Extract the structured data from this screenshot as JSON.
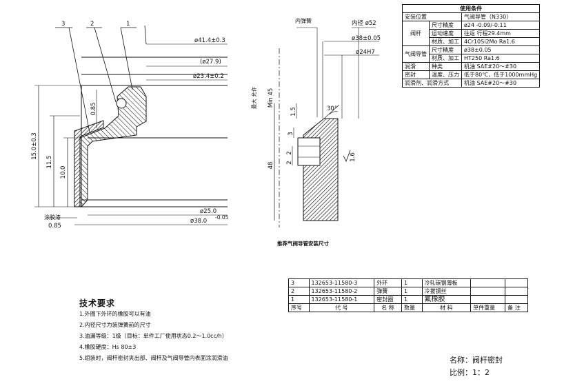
{
  "left_view": {
    "callouts": [
      "3",
      "2",
      "1"
    ],
    "dims": {
      "d_outer": "ø41.4±0.3",
      "d_ref": "(ø27.9)",
      "d_inner_lip": "ø23.4±0.2",
      "d_bore": "ø25.0",
      "d_bottom": "ø38.0",
      "d_bottom_tol": "-0.05",
      "h_total": "15.0±0.3",
      "h_mid": "11.5",
      "h_inner": "10.0",
      "t_spring": "0.85",
      "t_bottom": "0.85",
      "coating": "涂胶漆"
    }
  },
  "right_view": {
    "label_spring": "内弹簧",
    "d_inner": "内径 ø52",
    "d_rod": "ø38±0.05",
    "d_h7": "ø24H7",
    "min_label": "Min 45",
    "side_label": "最大 允许",
    "h_48": "48",
    "h_15": "1.5",
    "h_3": "3",
    "h_2a": "2",
    "h_2b": "2",
    "angle": "30°",
    "rough": "1.6",
    "caption": "推荐气阀导管安装尺寸"
  },
  "conditions": {
    "title": "使用条件",
    "rows": [
      {
        "group": "",
        "item": "安装位置",
        "value": "气阀导管（N330）"
      },
      {
        "group": "阀杆",
        "item": "尺寸精度",
        "value": "ø24 -0.09/-0.11"
      },
      {
        "group": "阀杆",
        "item": "运动速度",
        "value": "往返 行程29.4mm"
      },
      {
        "group": "阀杆",
        "item": "材质、加工",
        "value": "4Cr10Si2Mo  Ra1.6"
      },
      {
        "group": "气阀导管",
        "item": "尺寸精度",
        "value": "ø38±0.05"
      },
      {
        "group": "气阀导管",
        "item": "材质、加工",
        "value": "HT250  Ra1.6"
      },
      {
        "group": "润滑",
        "item": "种类",
        "value": "机油   SAE#20～#30"
      },
      {
        "group": "密封",
        "item": "温度、压力",
        "value": "低于80℃，低于1000mmHg"
      },
      {
        "group": "",
        "item": "润滑剂、润滑方式",
        "value": "机油   SAE#20～#30"
      }
    ]
  },
  "parts": {
    "rows": [
      {
        "no": "3",
        "code": "132653-11580-3",
        "name": "外环",
        "qty": "1",
        "material": "冷轧碳钢薄板"
      },
      {
        "no": "2",
        "code": "132653-11580-2",
        "name": "弹簧",
        "qty": "1",
        "material": "冷拔钢丝"
      },
      {
        "no": "1",
        "code": "132653-11580-1",
        "name": "密封圈",
        "qty": "1",
        "material": "氟橡胶"
      }
    ],
    "headers": [
      "序号",
      "代    号",
      "名    称",
      "数量",
      "材    料",
      "单件重量",
      "备  注"
    ]
  },
  "tech_req": {
    "title": "技术要求",
    "items": [
      "1.外圈下外环的橡胶可以有油",
      "2.内径尺寸为装弹簧前的尺寸",
      "3.油漏等级：1级（目标：单件工厂使用状态0.2～1.0cc/h）",
      "4.橡胶硬度：Hs 80±3",
      "5.组装时，阀杆密封夹出部、阀杆及气阀导管内表面涂润滑油"
    ]
  },
  "footer": {
    "name": "名称：阀杆密封",
    "scale": "比例：1：2"
  }
}
